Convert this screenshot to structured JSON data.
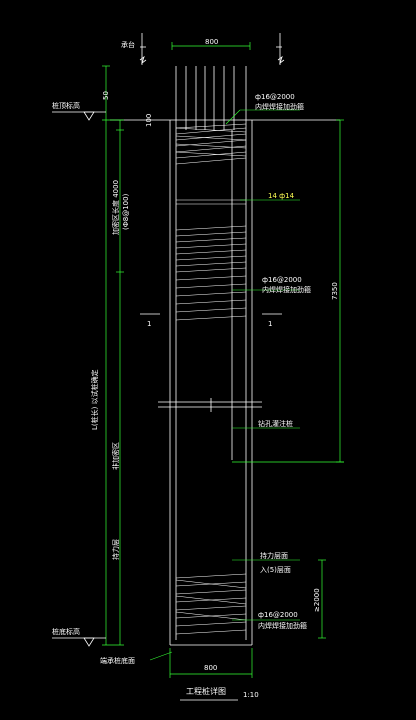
{
  "drawing": {
    "title": "工程桩详图",
    "scale": "1:10",
    "colors": {
      "background": "#000000",
      "pile_outline": "#ffffff",
      "rebar": "#ffffff",
      "dimension": "#33ff33",
      "highlight": "#ffff55",
      "leader": "#33ff33"
    },
    "labels": {
      "cap": "承台",
      "cap_top_elev": "桩顶标高",
      "pile_bottom_elev": "桩底标高",
      "main_rebar": "14 ф14",
      "stirrup_top": "ф16@2000",
      "stirrup_top_note": "内焊焊接加劲箍",
      "stirrup_mid": "ф16@2000",
      "stirrup_mid_note": "内焊焊接加劲箍",
      "pile_body_note": "钻孔灌注桩",
      "bearing_layer": "持力层面",
      "bearing_layer_note": "入(5)层面",
      "stirrup_bottom": "ф16@2000",
      "stirrup_bottom_note": "内焊焊接加劲箍",
      "pile_bottom_note": "端承桩底面",
      "section_mark_left": "1",
      "section_mark_right": "1"
    },
    "dimensions": {
      "top_width": "800",
      "bottom_width": "800",
      "embed_top": "50",
      "embed_small": "100",
      "cap_rebar_left": "(Ф8@100)",
      "left_upper": "加密区长度 4000",
      "left_total": "L(桩长) 以试桩确定",
      "left_lower": "非加密区",
      "left_bottom": "持力层",
      "right_upper": "7350",
      "right_lower": "≥2000"
    }
  }
}
